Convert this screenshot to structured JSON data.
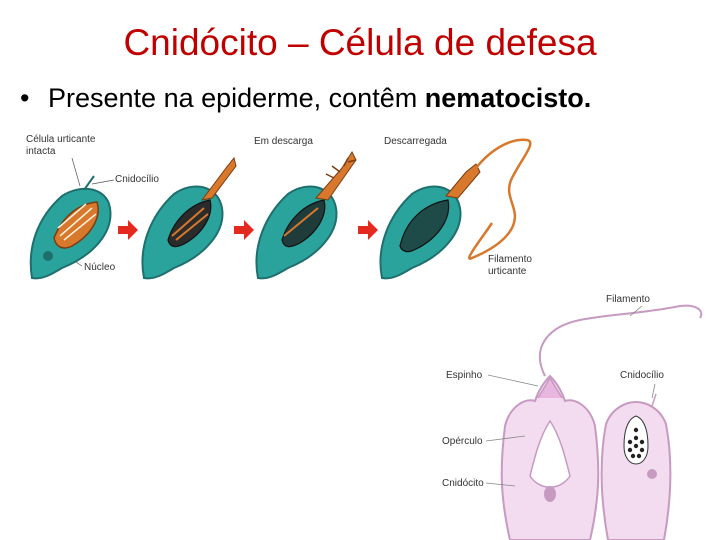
{
  "slide": {
    "title": "Cnidócito – Célula de defesa",
    "bullet": {
      "marker": "•",
      "text": "Presente na epiderme, contêm ",
      "bold": "nematocisto."
    }
  },
  "figure_top": {
    "labels": {
      "cell_intact_1": "Célula urticante",
      "cell_intact_2": "intacta",
      "cnidocilio": "Cnidocílio",
      "nucleo": "Núcleo",
      "em_descarga": "Em descarga",
      "descarregada": "Descarregada",
      "filamento_1": "Filamento",
      "filamento_2": "urticante"
    },
    "colors": {
      "cell": "#2aa39c",
      "cell_dark": "#1e6f6d",
      "capsule": "#d8782c",
      "arrow": "#e42a1e"
    }
  },
  "figure_bottom": {
    "labels": {
      "filamento": "Filamento",
      "espinho": "Espinho",
      "cnidocilio": "Cnidocílio",
      "operculo": "Opérculo",
      "cnidocito": "Cnidócito"
    },
    "colors": {
      "cell_fill": "#f3dcef",
      "cell_stroke": "#c79ac2"
    }
  }
}
